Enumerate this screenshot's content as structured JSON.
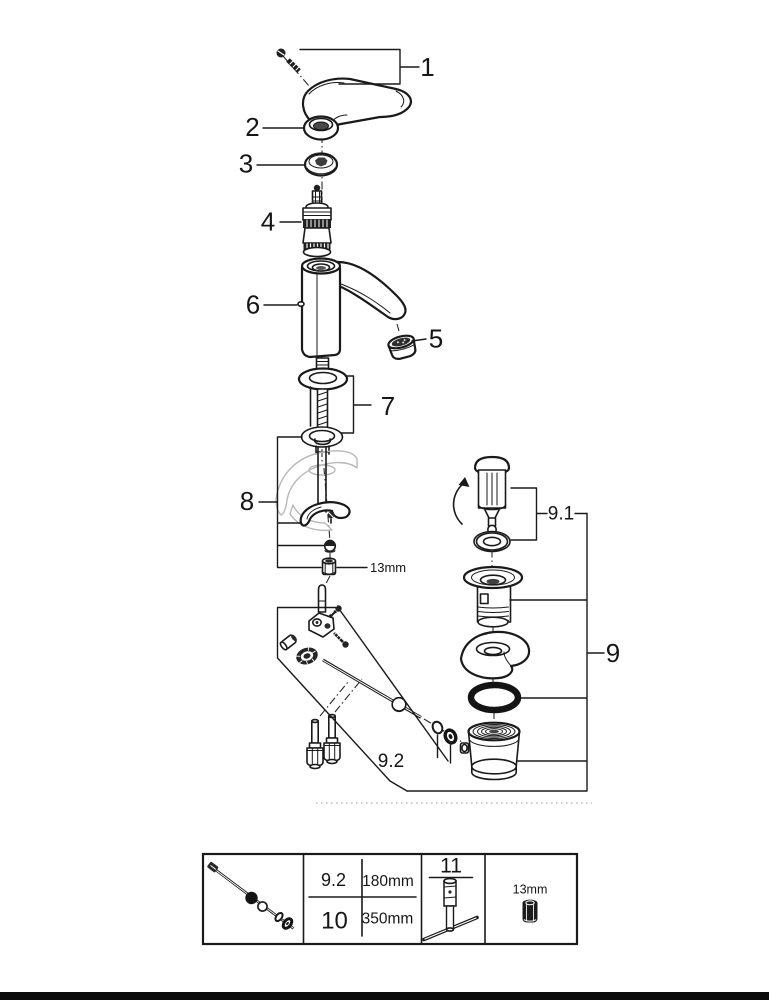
{
  "figure": {
    "kind": "exploded-parts-diagram",
    "subject": "single-lever basin faucet with pop-up waste set",
    "line_color": "#1a1a1a",
    "ghost_color": "#b8b8b8"
  },
  "callouts": {
    "k1": "1",
    "k2": "2",
    "k3": "3",
    "k4": "4",
    "k5": "5",
    "k6": "6",
    "k7": "7",
    "k8": "8",
    "k9": "9",
    "k9_1": "9.1",
    "k9_2": "9.2",
    "nut_size": "13mm"
  },
  "spec_table": {
    "rows": [
      {
        "ref": "9.2",
        "length": "180mm"
      },
      {
        "ref": "10",
        "length": "350mm"
      }
    ],
    "tool_ref": "11",
    "socket_size": "13mm"
  }
}
